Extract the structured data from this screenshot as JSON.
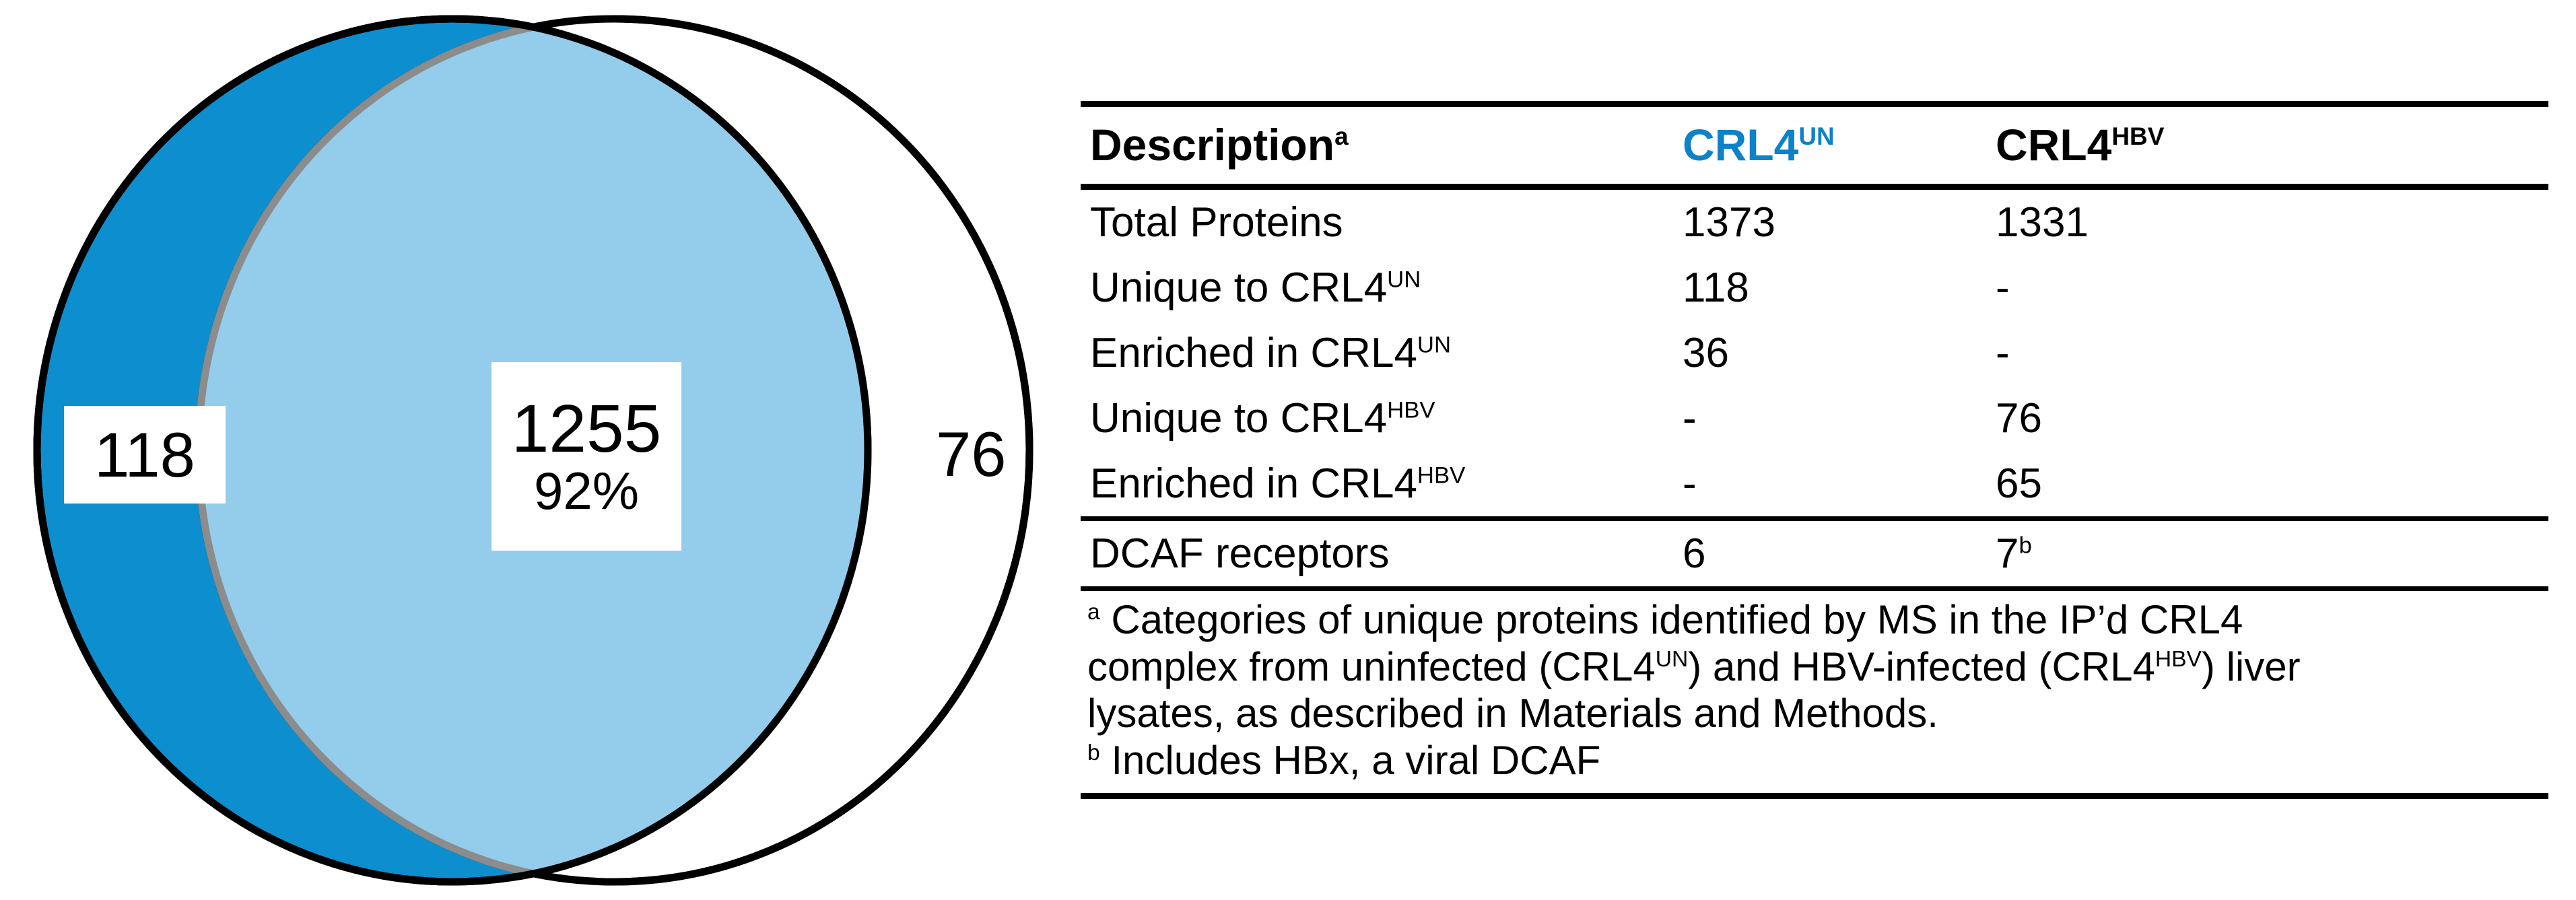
{
  "venn": {
    "type": "venn2",
    "left_set": {
      "name": "CRL4UN",
      "unique_label": "118",
      "fill_color": "#0d8ecf",
      "stroke_color": "#000000"
    },
    "right_set": {
      "name": "CRL4HBV",
      "unique_label": "76",
      "fill_color": "#ffffff",
      "stroke_color": "#000000"
    },
    "intersection": {
      "count_label": "1255",
      "percent_label": "92%",
      "fill_color": "#93cdeb",
      "stroke_color": "#8c8c8c"
    }
  },
  "table": {
    "columns": [
      {
        "label": "Description",
        "sup": "a",
        "color": "#000000"
      },
      {
        "label": "CRL4",
        "sup": "UN",
        "color": "#0d82c8"
      },
      {
        "label": "CRL4",
        "sup": "HBV",
        "color": "#000000"
      }
    ],
    "rows": [
      {
        "desc": "Total Proteins",
        "desc_sup": "",
        "un": "1373",
        "un_sup": "",
        "hbv": "1331",
        "hbv_sup": ""
      },
      {
        "desc": "Unique to CRL4",
        "desc_sup": "UN",
        "un": "118",
        "un_sup": "",
        "hbv": "-",
        "hbv_sup": ""
      },
      {
        "desc": "Enriched in CRL4",
        "desc_sup": "UN",
        "un": "36",
        "un_sup": "",
        "hbv": "-",
        "hbv_sup": ""
      },
      {
        "desc": "Unique to CRL4",
        "desc_sup": "HBV",
        "un": "-",
        "un_sup": "",
        "hbv": "76",
        "hbv_sup": ""
      },
      {
        "desc": "Enriched in CRL4",
        "desc_sup": "HBV",
        "un": "-",
        "un_sup": "",
        "hbv": "65",
        "hbv_sup": ""
      }
    ],
    "summary_row": {
      "desc": "DCAF receptors",
      "desc_sup": "",
      "un": "6",
      "un_sup": "",
      "hbv": "7",
      "hbv_sup": "b"
    },
    "footnotes": {
      "a_marker": "a",
      "a_line1_pre": " Categories of unique proteins identified by MS in the IP’d CRL4",
      "a_line2_pre": "complex from uninfected (CRL4",
      "a_line2_sup1": "UN",
      "a_line2_mid": ") and HBV-infected (CRL4",
      "a_line2_sup2": "HBV",
      "a_line2_post": ") liver",
      "a_line3": "lysates, as described in Materials and Methods.",
      "b_marker": "b",
      "b_text": " Includes HBx, a viral DCAF"
    }
  }
}
